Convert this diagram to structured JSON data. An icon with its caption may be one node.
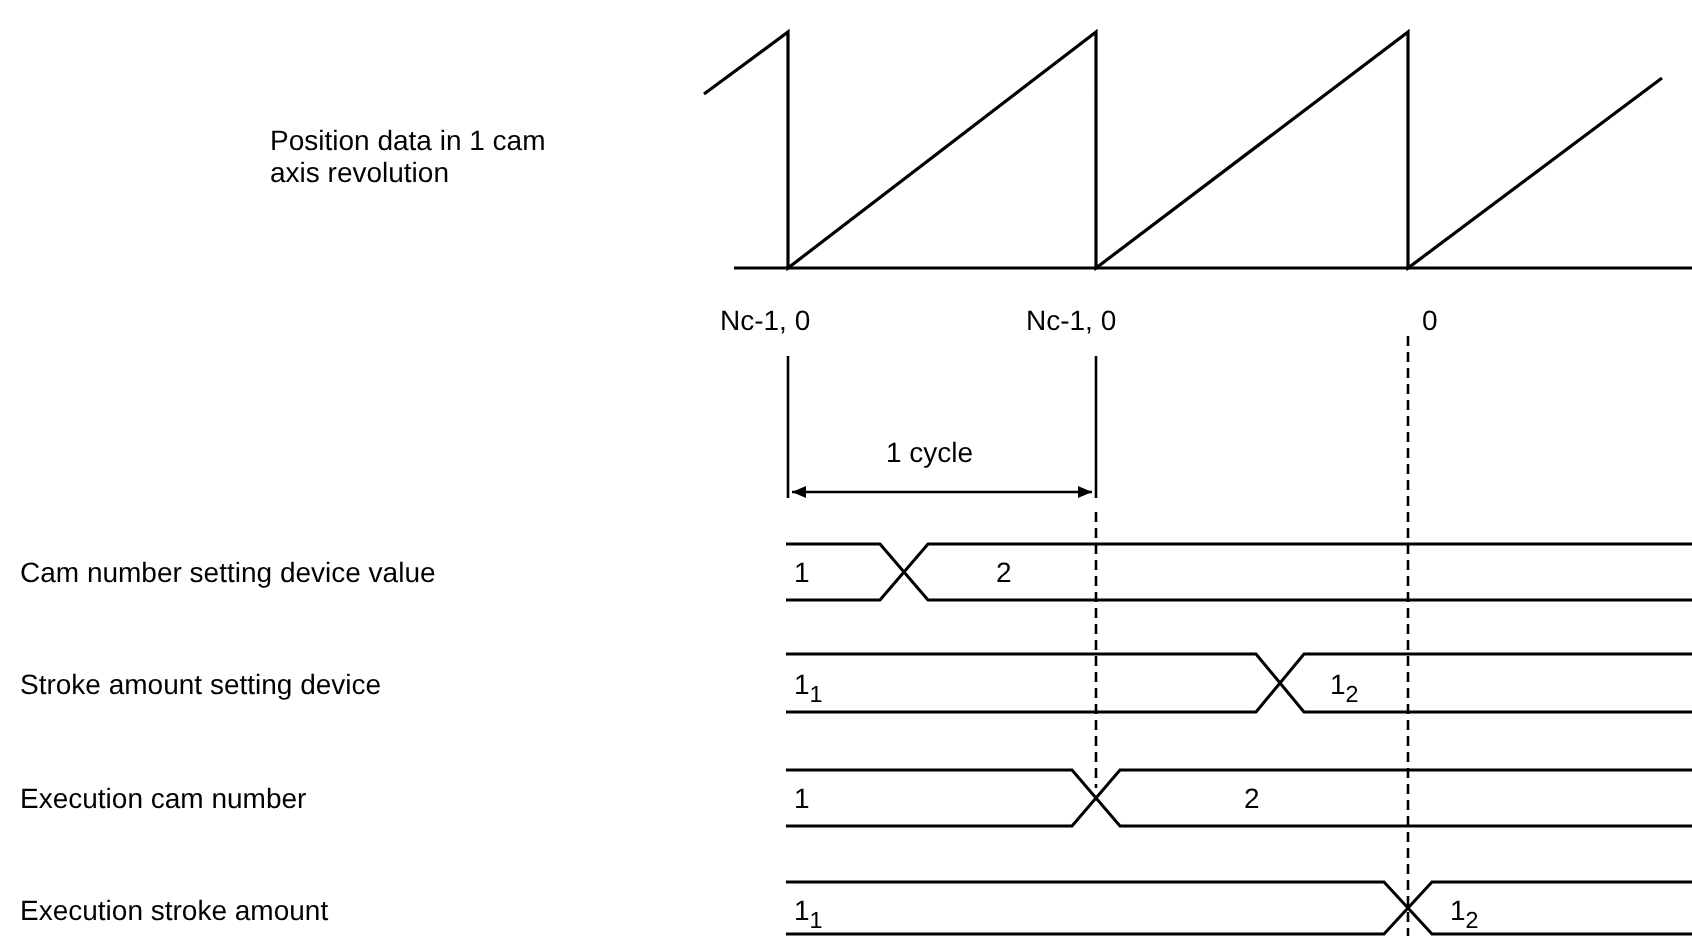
{
  "diagram": {
    "labels": [
      "Position data in 1 cam axis revolution",
      "Nc-1, 0",
      "Nc-1, 0",
      "0",
      "1 cycle",
      "Cam number setting device value",
      "1",
      "2",
      "Stroke amount setting device",
      "1$_{1}$",
      "1$_{2}$",
      "Execution cam number",
      "1",
      "2",
      "Execution stroke amount",
      "1$_{1}$",
      "1$_{2}$"
    ]
  }
}
